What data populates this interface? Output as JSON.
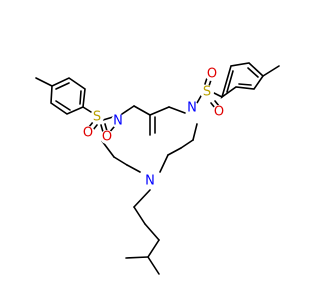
{
  "atoms": {
    "n_left": {
      "label": "N",
      "color": "#0000ff"
    },
    "n_right": {
      "label": "N",
      "color": "#0000ff"
    },
    "n_bottom": {
      "label": "N",
      "color": "#0000ff"
    },
    "s_left": {
      "label": "S",
      "color": "#b8a000"
    },
    "s_right": {
      "label": "S",
      "color": "#b8a000"
    },
    "o_left_top": {
      "label": "O",
      "color": "#e00000"
    },
    "o_left_bottom": {
      "label": "O",
      "color": "#e00000"
    },
    "o_right_top": {
      "label": "O",
      "color": "#e00000"
    },
    "o_right_bottom": {
      "label": "O",
      "color": "#e00000"
    }
  },
  "colors": {
    "carbon_bond": "#000000",
    "nitrogen": "#0000ff",
    "sulfur": "#b8a000",
    "oxygen": "#e00000",
    "background": "#ffffff"
  }
}
